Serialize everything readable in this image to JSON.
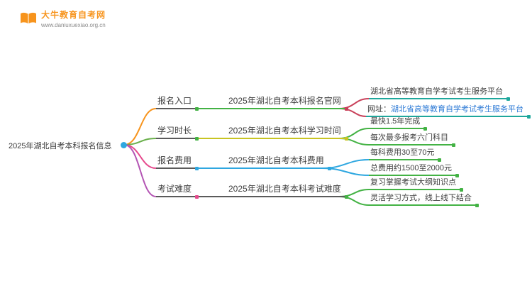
{
  "logo": {
    "title": "大牛教育自考网",
    "url": "www.daniuxuexiao.org.cn"
  },
  "root": {
    "label": "2025年湖北自考本科报名信息"
  },
  "branches": [
    {
      "l1": "报名入口",
      "l2": "2025年湖北自考本科报名官网",
      "leaves": [
        {
          "text": "湖北省高等教育自学考试考生服务平台"
        },
        {
          "prefix": "网址：",
          "link_text": "湖北省高等教育自学考试考生服务平台"
        }
      ]
    },
    {
      "l1": "学习时长",
      "l2": "2025年湖北自考本科学习时间",
      "leaves": [
        {
          "text": "最快1.5年完成"
        },
        {
          "text": "每次最多报考六门科目"
        }
      ]
    },
    {
      "l1": "报名费用",
      "l2": "2025年湖北自考本科费用",
      "leaves": [
        {
          "text": "每科费用30至70元"
        },
        {
          "text": "总费用约1500至2000元"
        }
      ]
    },
    {
      "l1": "考试难度",
      "l2": "2025年湖北自考本科考试难度",
      "leaves": [
        {
          "text": "复习掌握考试大纲知识点"
        },
        {
          "text": "灵活学习方式，线上线下结合"
        }
      ]
    }
  ],
  "colors": {
    "logo_orange": "#f7941d",
    "root_dot": "#2ea7e0",
    "link_blue": "#2e7bd6",
    "dark_line": "#5a5a5a",
    "green": "#43b244",
    "teal": "#1fa79c",
    "yellow": "#c8c422",
    "blue": "#2ea7e0",
    "crimson": "#c9415a",
    "orange": "#f7941d",
    "pink": "#e64a8d",
    "magenta": "#b455b4",
    "olive_green": "#6ab04c"
  }
}
